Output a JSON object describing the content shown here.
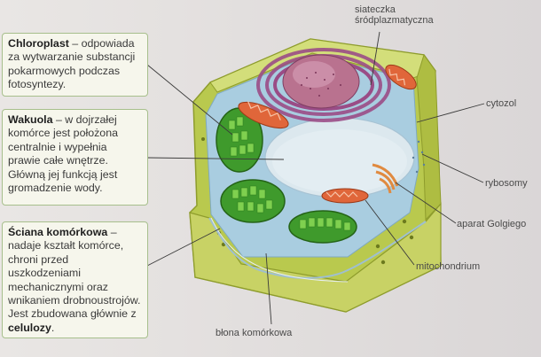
{
  "callouts": {
    "chloroplast": {
      "term": "Chloroplast",
      "text": " – odpowiada za wytwarzanie substancji pokarmowych podczas fotosyntezy."
    },
    "vacuole": {
      "term": "Wakuola",
      "text": " – w dojrzałej komórce jest położona centralnie i wypełnia prawie całe wnętrze. Główną jej funkcją jest gromadzenie wody."
    },
    "cell_wall": {
      "term": "Ściana komórkowa",
      "text_before": " – nadaje kształt komórce, chroni przed uszkodzeniami mechanicznymi oraz wnikaniem drobnoustrojów. Jest zbudowana głównie z ",
      "emphasis": "celulozy",
      "text_after": "."
    }
  },
  "labels": {
    "er_line1": "siateczka",
    "er_line2": "śródplazmatyczna",
    "cytosol": "cytozol",
    "ribosomes": "rybosomy",
    "golgi": "aparat Golgiego",
    "mitochondrion": "mitochondrium",
    "membrane": "błona komórkowa"
  },
  "colors": {
    "box_border": "#a7bf8c",
    "box_fill": "#f6f6ec",
    "cell_wall": "#bccc56",
    "cytosol": "#a9cde0",
    "vacuole": "#d8e6ee",
    "nucleus": "#b8728f",
    "er": "#9a4c86",
    "chloroplast": "#3f9a2c",
    "mitochondrion": "#e0663a",
    "golgi": "#e89a58"
  }
}
